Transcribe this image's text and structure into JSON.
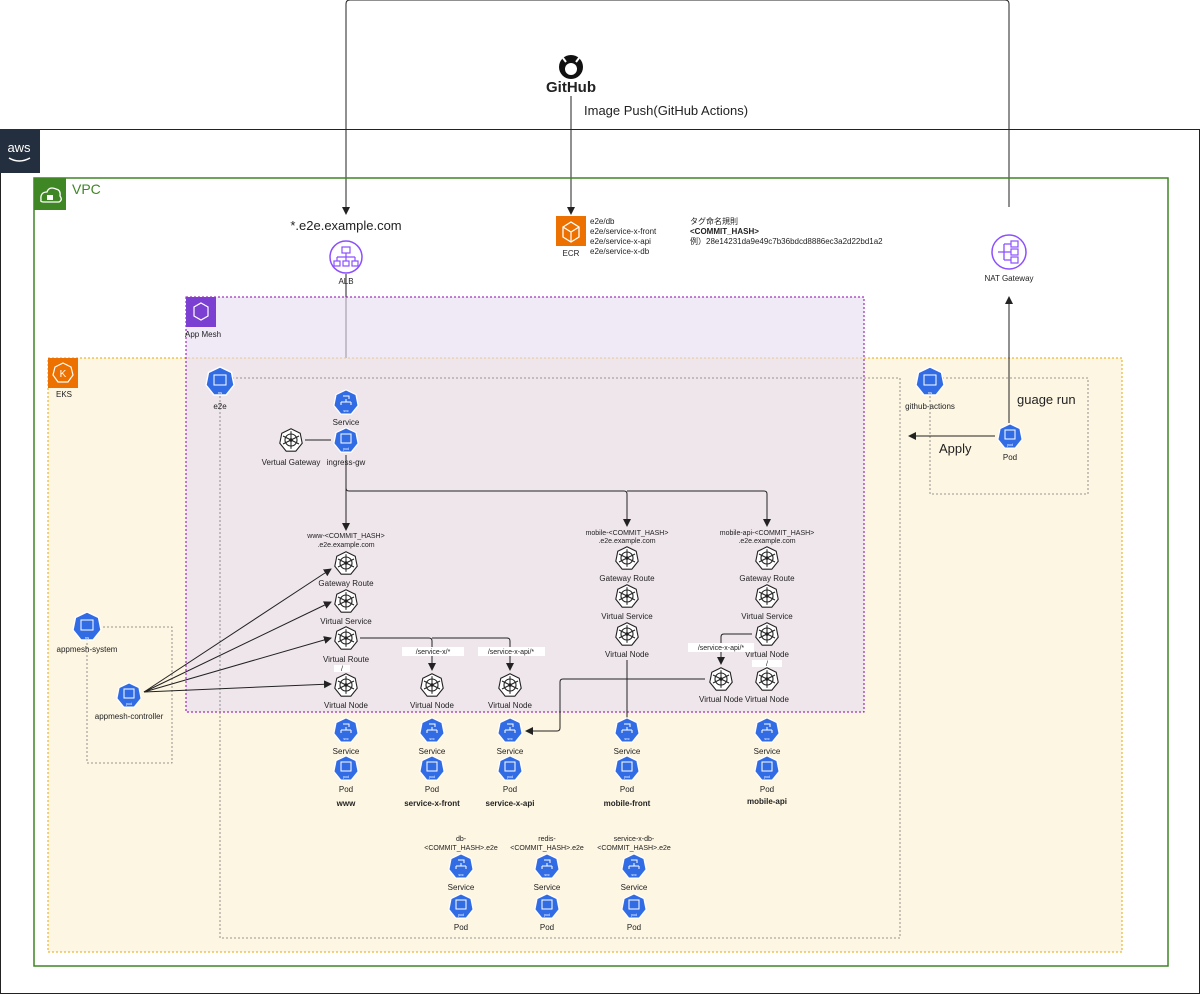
{
  "github": {
    "logo_text": "GitHub",
    "push_label": "Image Push(GitHub Actions)"
  },
  "aws": {
    "logo_text": "aws"
  },
  "vpc": {
    "label": "VPC"
  },
  "alb": {
    "domain": "*.e2e.example.com",
    "label": "ALB"
  },
  "ecr": {
    "label": "ECR",
    "repos": [
      "e2e/db",
      "e2e/service-x-front",
      "e2e/service-x-api",
      "e2e/service-x-db"
    ],
    "tag_rule_title": "タグ命名規則",
    "tag_rule_format": "<COMMIT_HASH>",
    "tag_rule_example": "例）28e14231da9e49c7b36bdcd8886ec3a2d22bd1a2"
  },
  "nat": {
    "label": "NAT Gateway"
  },
  "appmesh": {
    "label": "App Mesh"
  },
  "eks": {
    "label": "EKS"
  },
  "badges": {
    "ns": "ns",
    "svc": "svc",
    "pod": "pod"
  },
  "namespaces": {
    "e2e": "e2e",
    "github_actions": "github-actions",
    "appmesh_system": "appmesh-system"
  },
  "ingress": {
    "service": "Service",
    "pod": "ingress-gw",
    "virtual_gateway": "Vertual Gateway"
  },
  "github_actions": {
    "pod": "Pod",
    "guage_run": "guage run",
    "apply": "Apply"
  },
  "appmesh_controller": {
    "label": "appmesh-controller"
  },
  "labels": {
    "gateway_route": "Gateway Route",
    "virtual_service": "Virtual Service",
    "virtual_route": "Virtual Route",
    "virtual_node": "Virtual Node",
    "service": "Service",
    "pod": "Pod"
  },
  "hosts": {
    "www_1": "www-<COMMIT_HASH>",
    "www_2": ".e2e.example.com",
    "mobile_1": "mobile-<COMMIT_HASH>",
    "mobile_2": ".e2e.example.com",
    "mobile_api_1": "mobile-api-<COMMIT_HASH>",
    "mobile_api_2": ".e2e.example.com"
  },
  "routes": {
    "service_x": "/service-x/*",
    "service_x_api": "/service-x-api/*",
    "mobile_api_prefix": "/service-x-api/*",
    "root": "/"
  },
  "apps": {
    "www": "www",
    "service_x_front": "service-x-front",
    "service_x_api": "service-x-api",
    "mobile_front": "mobile-front",
    "mobile_api": "mobile-api"
  },
  "dbs": {
    "db_1": "db-",
    "db_2": "<COMMIT_HASH>.e2e",
    "redis_1": "redis-",
    "redis_2": "<COMMIT_HASH>.e2e",
    "sxdb_1": "service-x-db-",
    "sxdb_2": "<COMMIT_HASH>.e2e"
  }
}
